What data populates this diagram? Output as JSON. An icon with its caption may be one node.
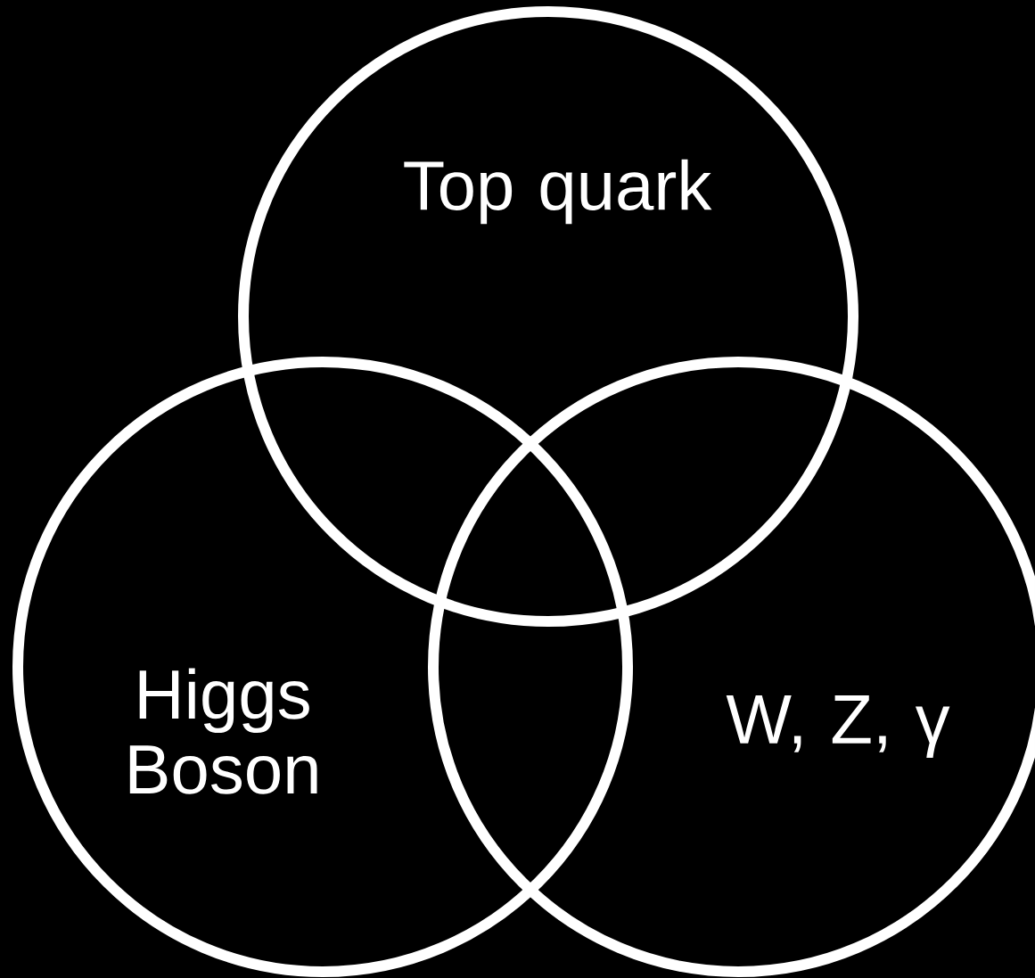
{
  "diagram": {
    "nodes": [
      {
        "text": [
          "Top quark"
        ]
      },
      {
        "text": [
          "Higgs Boson"
        ]
      },
      {
        "text": [
          "W, Z, γ"
        ]
      }
    ],
    "edges": []
  }
}
